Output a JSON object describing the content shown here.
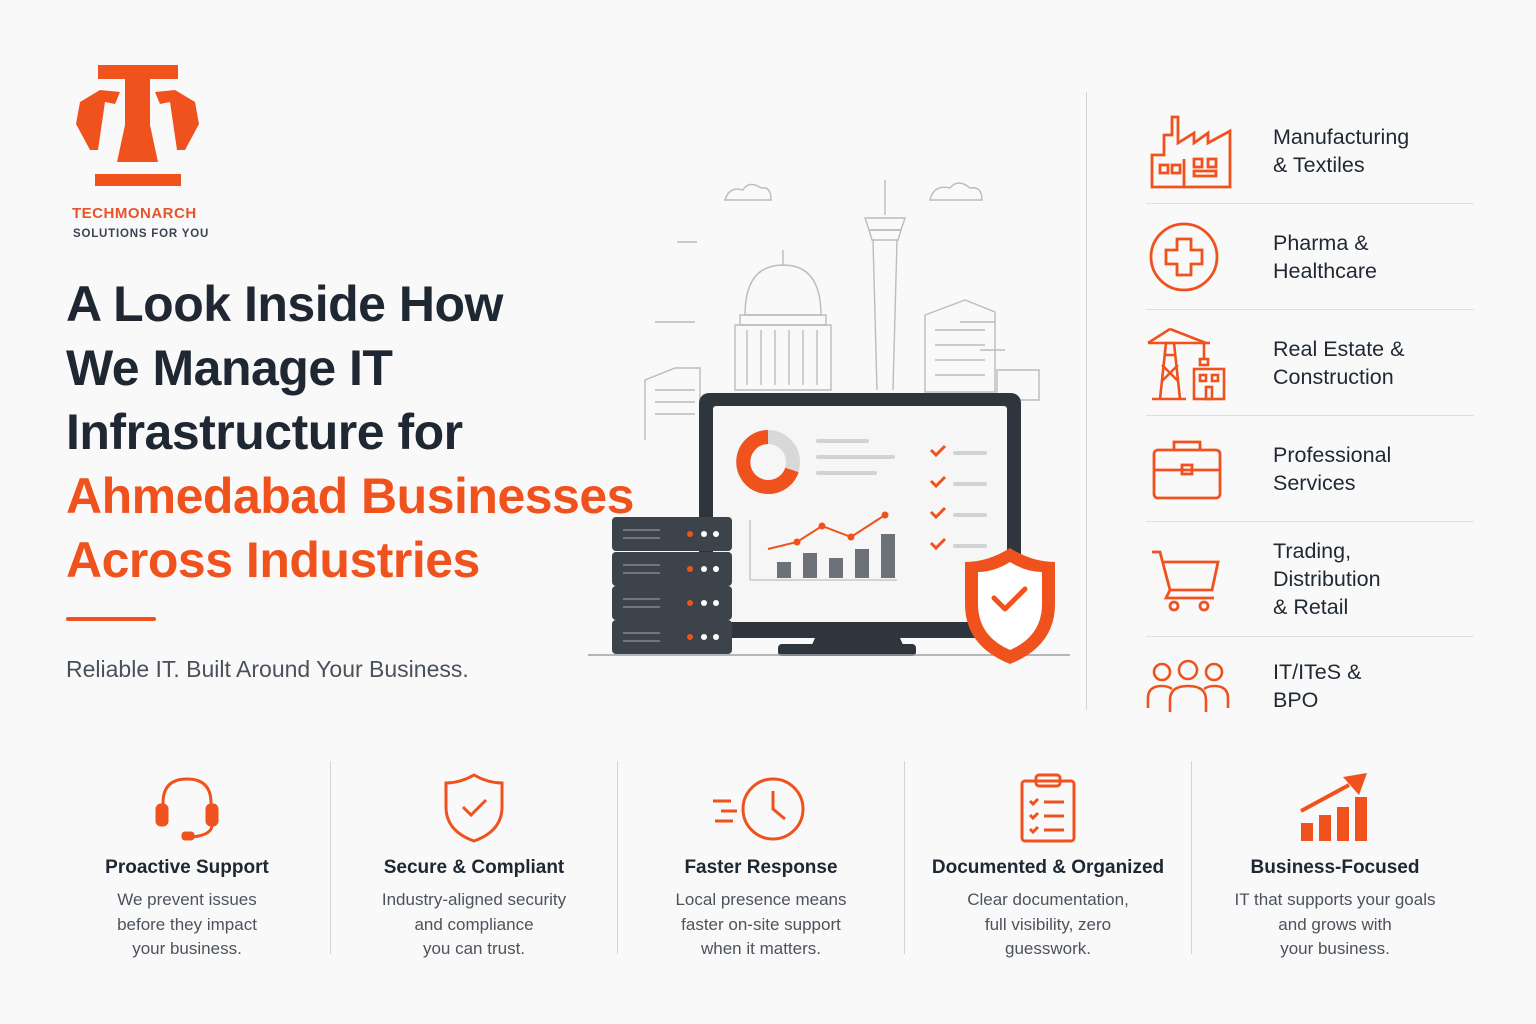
{
  "brand": {
    "name": "TECHMONARCH",
    "tagline": "SOLUTIONS FOR YOU",
    "accent_color": "#f0521e"
  },
  "headline": {
    "line1": "A Look Inside How",
    "line2": "We Manage IT",
    "line3": "Infrastructure for",
    "line4": "Ahmedabad Businesses",
    "line5": "Across Industries"
  },
  "tagline": "Reliable IT. Built Around Your Business.",
  "industries": [
    {
      "icon": "factory-icon",
      "label": "Manufacturing\n& Textiles"
    },
    {
      "icon": "medical-cross-icon",
      "label": "Pharma &\nHealthcare"
    },
    {
      "icon": "crane-icon",
      "label": "Real Estate &\nConstruction"
    },
    {
      "icon": "briefcase-icon",
      "label": "Professional\nServices"
    },
    {
      "icon": "shopping-cart-icon",
      "label": "Trading,\nDistribution\n& Retail"
    },
    {
      "icon": "team-icon",
      "label": "IT/ITeS &\nBPO"
    }
  ],
  "features": [
    {
      "icon": "headset-icon",
      "title": "Proactive Support",
      "desc": "We prevent issues\nbefore they impact\nyour business."
    },
    {
      "icon": "shield-check-icon",
      "title": "Secure & Compliant",
      "desc": "Industry-aligned security\nand compliance\nyou can trust."
    },
    {
      "icon": "fast-clock-icon",
      "title": "Faster Response",
      "desc": "Local presence means\nfaster on-site support\nwhen it matters."
    },
    {
      "icon": "clipboard-list-icon",
      "title": "Documented & Organized",
      "desc": "Clear documentation,\nfull visibility, zero\nguesswork."
    },
    {
      "icon": "growth-chart-icon",
      "title": "Business-Focused",
      "desc": "IT that supports your goals\nand grows with\nyour business."
    }
  ]
}
